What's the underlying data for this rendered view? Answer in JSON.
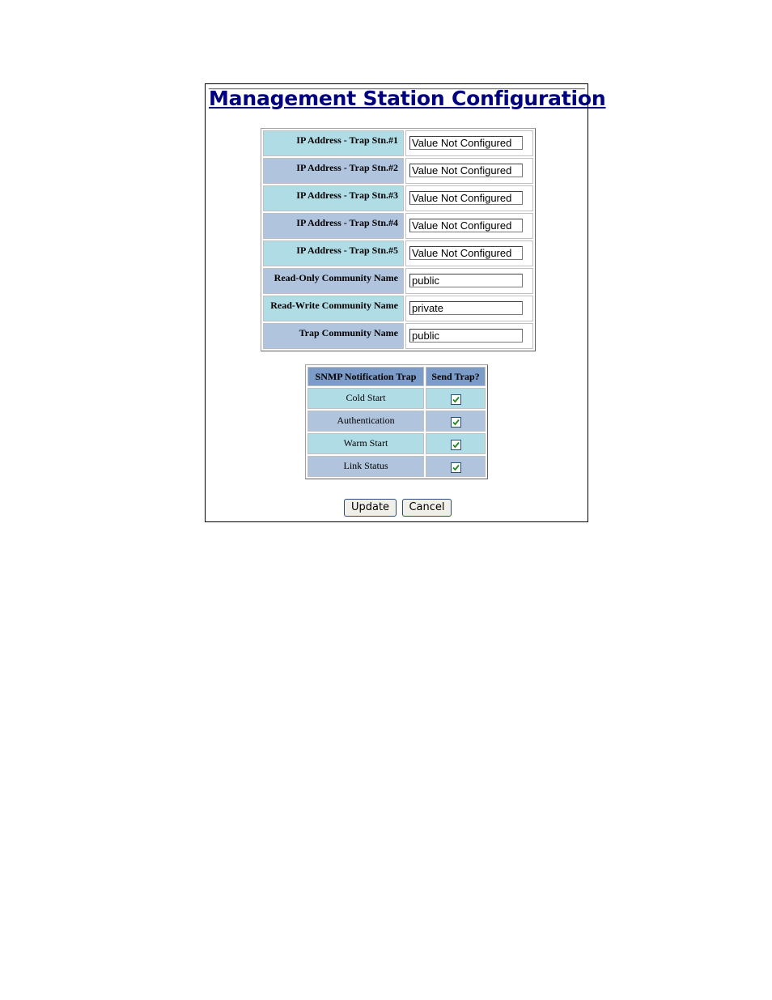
{
  "page": {
    "title": "Management Station Configuration"
  },
  "config_rows": [
    {
      "label": "IP Address - Trap Stn.#1",
      "value": "Value Not Configured"
    },
    {
      "label": "IP Address - Trap Stn.#2",
      "value": "Value Not Configured"
    },
    {
      "label": "IP Address - Trap Stn.#3",
      "value": "Value Not Configured"
    },
    {
      "label": "IP Address - Trap Stn.#4",
      "value": "Value Not Configured"
    },
    {
      "label": "IP Address - Trap Stn.#5",
      "value": "Value Not Configured"
    },
    {
      "label": "Read-Only Community Name",
      "value": "public"
    },
    {
      "label": "Read-Write Community Name",
      "value": "private"
    },
    {
      "label": "Trap Community Name",
      "value": "public"
    }
  ],
  "traps": {
    "headers": [
      "SNMP Notification Trap",
      "Send Trap?"
    ],
    "rows": [
      {
        "name": "Cold Start",
        "checked": true
      },
      {
        "name": "Authentication",
        "checked": true
      },
      {
        "name": "Warm Start",
        "checked": true
      },
      {
        "name": "Link Status",
        "checked": true
      }
    ]
  },
  "buttons": {
    "update": "Update",
    "cancel": "Cancel"
  },
  "colors": {
    "title": "#000080",
    "row_light": "#b0dce6",
    "row_dark": "#b0c4de",
    "header": "#7b9bc8",
    "checkmark": "#1a8a1a"
  }
}
